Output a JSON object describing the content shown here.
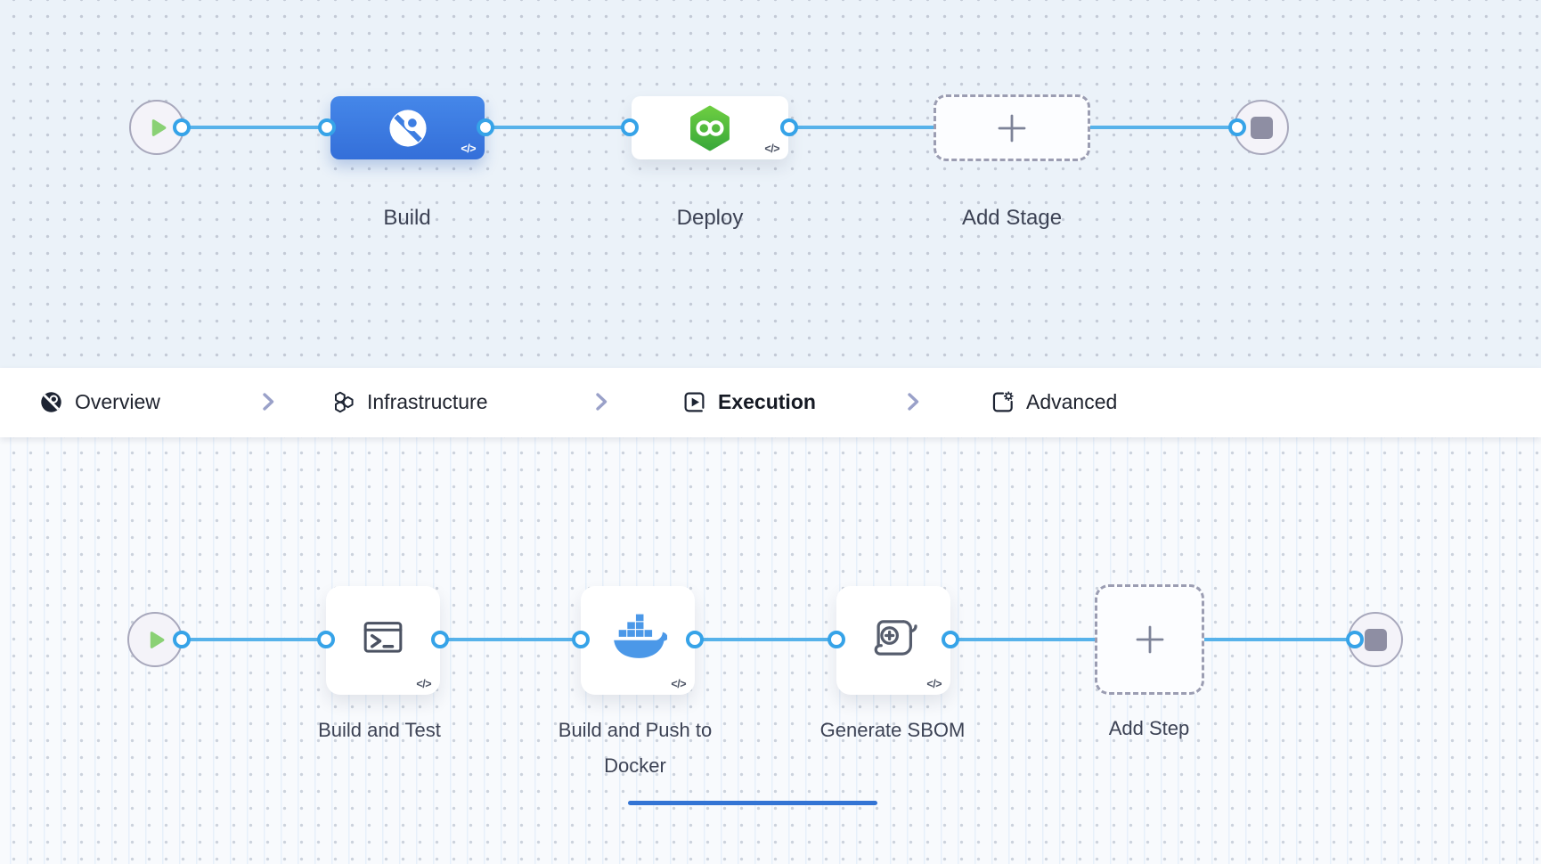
{
  "stage_pipeline": {
    "start_node": "play-icon",
    "end_node": "stop-icon",
    "stages": [
      {
        "label": "Build",
        "icon": "ci-build-icon",
        "selected": true,
        "code_badge": "</>"
      },
      {
        "label": "Deploy",
        "icon": "cd-deploy-icon",
        "selected": false,
        "code_badge": "</>"
      },
      {
        "label": "Add Stage",
        "icon": "plus-icon",
        "type": "add-button"
      }
    ]
  },
  "tab_bar": {
    "tabs": [
      {
        "label": "Overview",
        "icon": "overview-icon",
        "active": false
      },
      {
        "label": "Infrastructure",
        "icon": "infrastructure-icon",
        "active": false
      },
      {
        "label": "Execution",
        "icon": "execution-icon",
        "active": true
      },
      {
        "label": "Advanced",
        "icon": "advanced-icon",
        "active": false
      }
    ],
    "separator_icon": "chevron-right-icon"
  },
  "step_pipeline": {
    "start_node": "play-icon",
    "end_node": "stop-icon",
    "steps": [
      {
        "label": "Build and Test",
        "icon": "terminal-run-icon",
        "code_badge": "</>"
      },
      {
        "label": "Build and Push to Docker",
        "icon": "docker-icon",
        "code_badge": "</>"
      },
      {
        "label": "Generate SBOM",
        "icon": "sbom-scroll-icon",
        "code_badge": "</>"
      },
      {
        "label": "Add Step",
        "icon": "plus-icon",
        "type": "add-button"
      }
    ]
  },
  "colors": {
    "edge_blue": "#57b2ea",
    "port_blue": "#36a3e8",
    "stage_selected_blue": "#3d7ee2",
    "active_tab_underline": "#3374d4",
    "deploy_green": "#4cbb3c",
    "docker_blue": "#4b98e8",
    "play_green": "#8ad175",
    "stop_gray": "#8e8ea3"
  }
}
